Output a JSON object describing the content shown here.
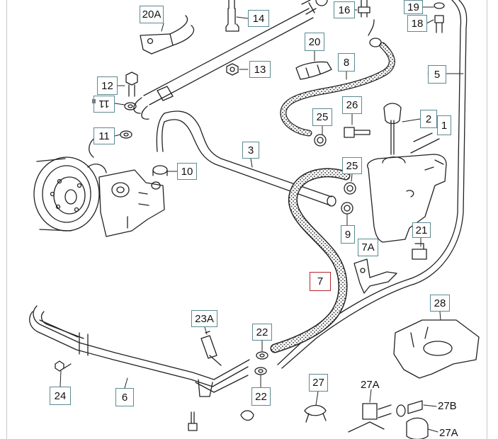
{
  "diagram": {
    "highlight_color": "#b3262f",
    "callout_border_color": "#5b8a92",
    "callouts": [
      {
        "id": "c20A",
        "text": "20A"
      },
      {
        "id": "c14",
        "text": "14"
      },
      {
        "id": "c16",
        "text": "16"
      },
      {
        "id": "c19",
        "text": "19"
      },
      {
        "id": "c18",
        "text": "18"
      },
      {
        "id": "c20",
        "text": "20"
      },
      {
        "id": "c13",
        "text": "13"
      },
      {
        "id": "c8",
        "text": "8"
      },
      {
        "id": "c5",
        "text": "5"
      },
      {
        "id": "c12",
        "text": "12"
      },
      {
        "id": "c11a",
        "text": "11"
      },
      {
        "id": "c25a",
        "text": "25"
      },
      {
        "id": "c26",
        "text": "26"
      },
      {
        "id": "c2",
        "text": "2"
      },
      {
        "id": "c1",
        "text": "1"
      },
      {
        "id": "c11b",
        "text": "11"
      },
      {
        "id": "c3",
        "text": "3"
      },
      {
        "id": "c10",
        "text": "10"
      },
      {
        "id": "c25b",
        "text": "25"
      },
      {
        "id": "c9",
        "text": "9"
      },
      {
        "id": "c21",
        "text": "21"
      },
      {
        "id": "c7A",
        "text": "7A"
      },
      {
        "id": "c7",
        "text": "7"
      },
      {
        "id": "c28",
        "text": "28"
      },
      {
        "id": "c23A",
        "text": "23A"
      },
      {
        "id": "c22a",
        "text": "22"
      },
      {
        "id": "c22b",
        "text": "22"
      },
      {
        "id": "c24",
        "text": "24"
      },
      {
        "id": "c6",
        "text": "6"
      },
      {
        "id": "c27",
        "text": "27"
      }
    ],
    "tags": [
      {
        "id": "t27A_top",
        "text": "27A"
      },
      {
        "id": "t27B",
        "text": "27B"
      },
      {
        "id": "t27A_bot",
        "text": "27A"
      }
    ]
  }
}
